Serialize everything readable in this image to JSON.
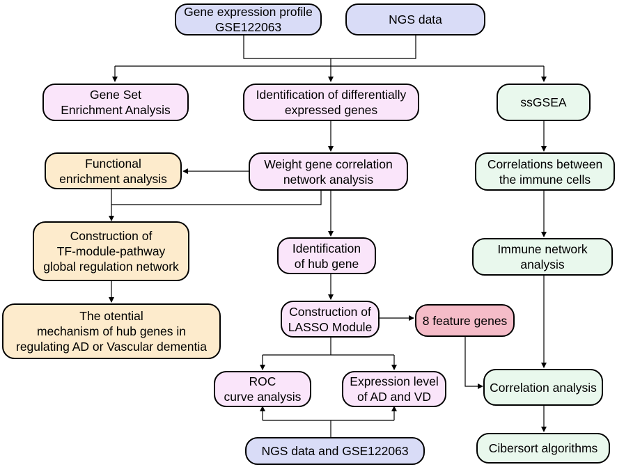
{
  "nodes": {
    "gene_expr": [
      "Gene expression profile",
      "GSE122063"
    ],
    "ngs": [
      "NGS data"
    ],
    "gsea": [
      "Gene Set",
      "Enrichment Analysis"
    ],
    "deg": [
      "Identification of differentially",
      "expressed genes"
    ],
    "ssgsea": [
      "ssGSEA"
    ],
    "functional": [
      "Functional",
      "enrichment analysis"
    ],
    "wgcna": [
      "Weight gene correlation",
      "network analysis"
    ],
    "immune_corr": [
      "Correlations between",
      "the immune cells"
    ],
    "tf_module": [
      "Construction of",
      "TF-module-pathway",
      "global regulation network"
    ],
    "hub_gene": [
      "Identification",
      "of hub gene"
    ],
    "immune_net": [
      "Immune network",
      "analysis"
    ],
    "mechanism": [
      "The otential",
      "mechanism of hub genes in",
      "regulating AD or Vascular dementia"
    ],
    "lasso": [
      "Construction of",
      "LASSO Module"
    ],
    "feature": [
      "8 feature genes"
    ],
    "roc": [
      "ROC",
      "curve analysis"
    ],
    "expr_level": [
      "Expression level",
      "of AD and VD"
    ],
    "corr_analysis": [
      "Correlation analysis"
    ],
    "ngs_gse": [
      "NGS data and GSE122063"
    ],
    "cibersort": [
      "Cibersort algorithms"
    ]
  }
}
